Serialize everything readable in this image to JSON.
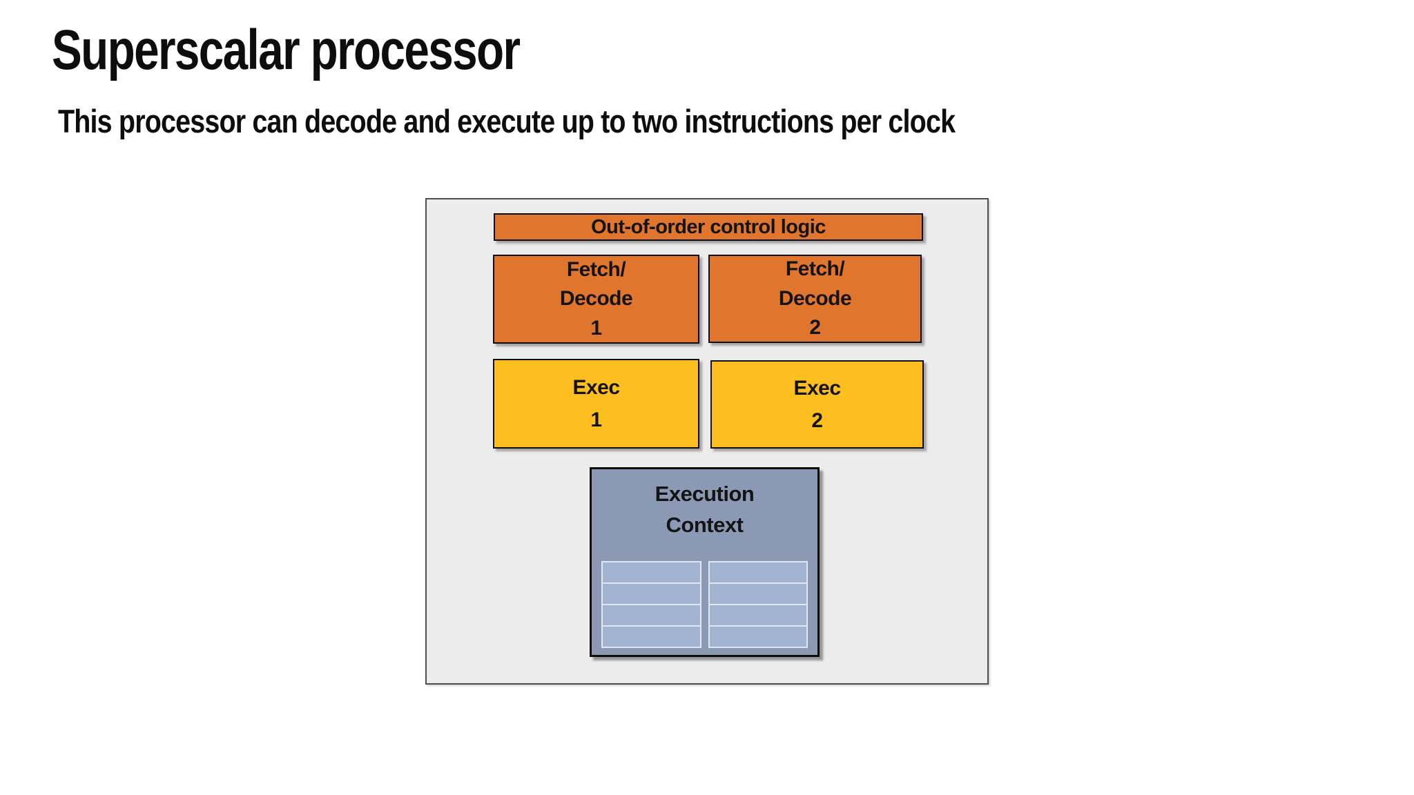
{
  "slide": {
    "title": "Superscalar processor",
    "subtitle": "This processor can decode and execute up to two instructions per clock"
  },
  "diagram": {
    "control_logic": {
      "label": "Out-of-order control logic",
      "fill": "#E0752D"
    },
    "fetch_decode_1": {
      "line1": "Fetch/",
      "line2": "Decode",
      "line3": "1",
      "fill": "#E0752D"
    },
    "fetch_decode_2": {
      "line1": "Fetch/",
      "line2": "Decode",
      "line3": "2",
      "fill": "#E0752D"
    },
    "exec_1": {
      "line1": "Exec",
      "line2": "1",
      "fill": "#FCBF1F"
    },
    "exec_2": {
      "line1": "Exec",
      "line2": "2",
      "fill": "#FCBF1F"
    },
    "execution_context": {
      "line1": "Execution",
      "line2": "Context",
      "fill": "#8C99B5",
      "register_tables": {
        "count": 2,
        "rows_per_table": 4,
        "row_fill": "#A3B4D3",
        "grid_color": "#E1E8F3"
      }
    },
    "frame_fill": "#ECECEC",
    "frame_border": "#4d4d4d",
    "text_color": "#141414"
  }
}
